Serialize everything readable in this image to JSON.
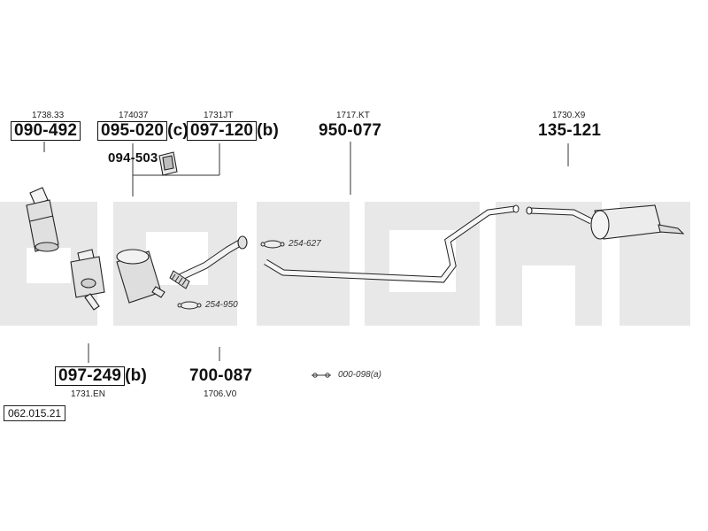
{
  "watermark": {
    "color": "#e6e6e6"
  },
  "diagram_code": "062.015.21",
  "parts": {
    "p1": {
      "oem": "1738.33",
      "pn": "090-492"
    },
    "p2": {
      "oem": "174037",
      "pn": "095-020",
      "suffix": "(c)"
    },
    "p3": {
      "oem": "1731JT",
      "pn": "097-120",
      "suffix": "(b)"
    },
    "p4": {
      "pn": "094-503"
    },
    "p5": {
      "oem": "1717.KT",
      "pn": "950-077"
    },
    "p6": {
      "oem": "1730.X9",
      "pn": "135-121"
    },
    "p7": {
      "oem": "1731.EN",
      "pn": "097-249",
      "suffix": "(b)"
    },
    "p8": {
      "oem": "1706.V0",
      "pn": "700-087"
    }
  },
  "accessories": {
    "gasket_upper": "254-627",
    "gasket_lower": "254-950",
    "mount_kit": "000-098(a)"
  }
}
